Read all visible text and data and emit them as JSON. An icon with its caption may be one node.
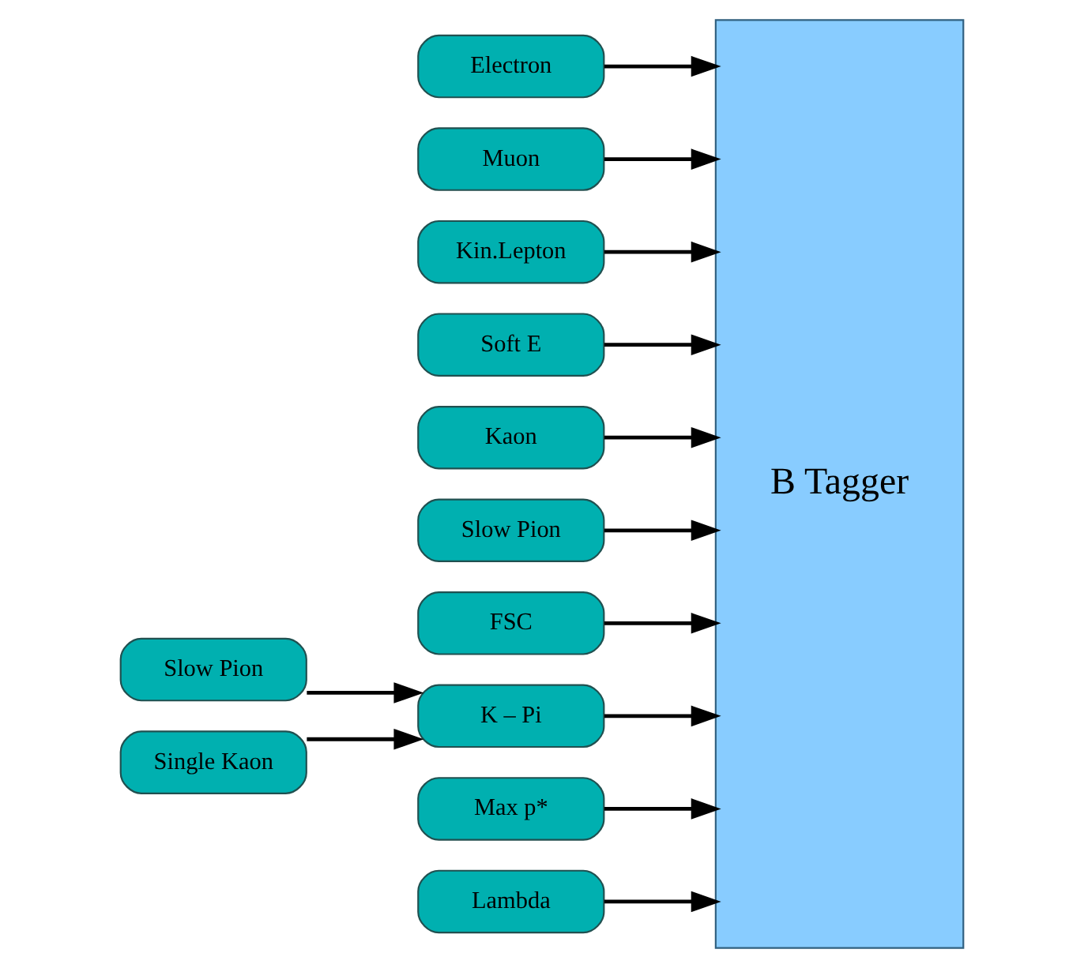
{
  "diagram": {
    "nodes": [
      {
        "text": [
          "B Tagger"
        ]
      },
      {
        "text": [
          "Electron"
        ]
      },
      {
        "text": [
          "Muon"
        ]
      },
      {
        "text": [
          "Kin.Lepton"
        ]
      },
      {
        "text": [
          "Soft E"
        ]
      },
      {
        "text": [
          "Kaon"
        ]
      },
      {
        "text": [
          "Slow Pion"
        ]
      },
      {
        "text": [
          "FSC"
        ]
      },
      {
        "text": [
          "K – Pi"
        ]
      },
      {
        "text": [
          "Max p*"
        ]
      },
      {
        "text": [
          "Lambda"
        ]
      },
      {
        "text": [
          "Slow Pion"
        ]
      },
      {
        "text": [
          "Single Kaon"
        ]
      }
    ],
    "edges": [
      {
        "from": 1,
        "to": 0,
        "arrow": "to"
      },
      {
        "from": 2,
        "to": 0,
        "arrow": "to"
      },
      {
        "from": 3,
        "to": 0,
        "arrow": "to"
      },
      {
        "from": 4,
        "to": 0,
        "arrow": "to"
      },
      {
        "from": 5,
        "to": 0,
        "arrow": "to"
      },
      {
        "from": 6,
        "to": 0,
        "arrow": "to"
      },
      {
        "from": 7,
        "to": 0,
        "arrow": "to"
      },
      {
        "from": 8,
        "to": 0,
        "arrow": "to"
      },
      {
        "from": 9,
        "to": 0,
        "arrow": "to"
      },
      {
        "from": 10,
        "to": 0,
        "arrow": "to"
      },
      {
        "from": 11,
        "to": 8,
        "arrow": "to"
      },
      {
        "from": 12,
        "to": 8,
        "arrow": "to"
      }
    ]
  }
}
